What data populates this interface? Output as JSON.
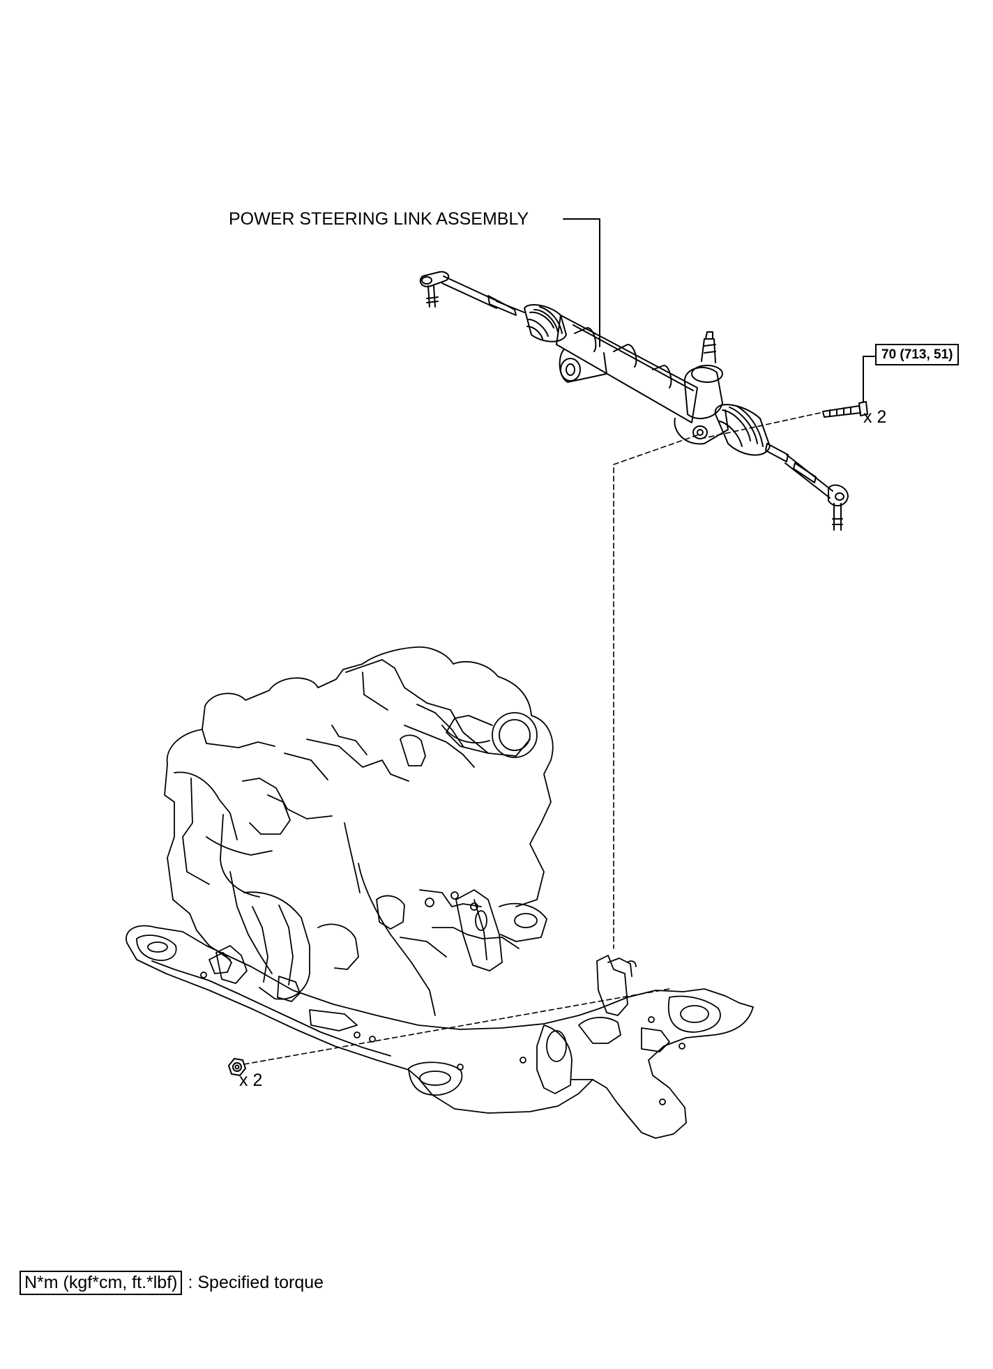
{
  "labels": {
    "part_name": "POWER STEERING LINK ASSEMBLY",
    "bolt_torque": "70 (713, 51)",
    "bolt_quantity": "x 2",
    "nut_quantity": "x 2"
  },
  "legend": {
    "unit_box": "N*m (kgf*cm, ft.*lbf)",
    "description": ": Specified torque"
  }
}
